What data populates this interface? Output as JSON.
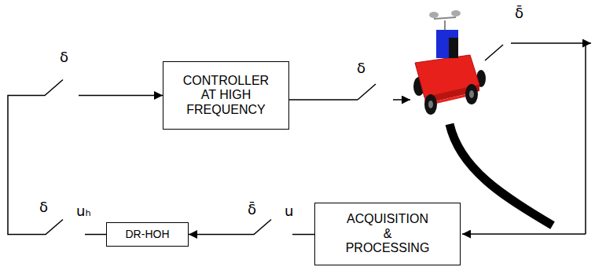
{
  "diagram": {
    "nodes": [
      {
        "text": [
          "CONTROLLER AT HIGH FREQUENCY"
        ]
      },
      {
        "text": [
          "DR-HOH"
        ]
      },
      {
        "text": [
          "ACQUISITION & PROCESSING"
        ]
      }
    ],
    "edges": [
      {
        "from": 2,
        "to": 1,
        "arrow": "to"
      },
      {
        "from": 1,
        "to": 0,
        "arrow": "to"
      }
    ],
    "labels": [
      "δ",
      "δ",
      "δ̄",
      "δ",
      "uₕ",
      "δ̄",
      "u"
    ]
  }
}
